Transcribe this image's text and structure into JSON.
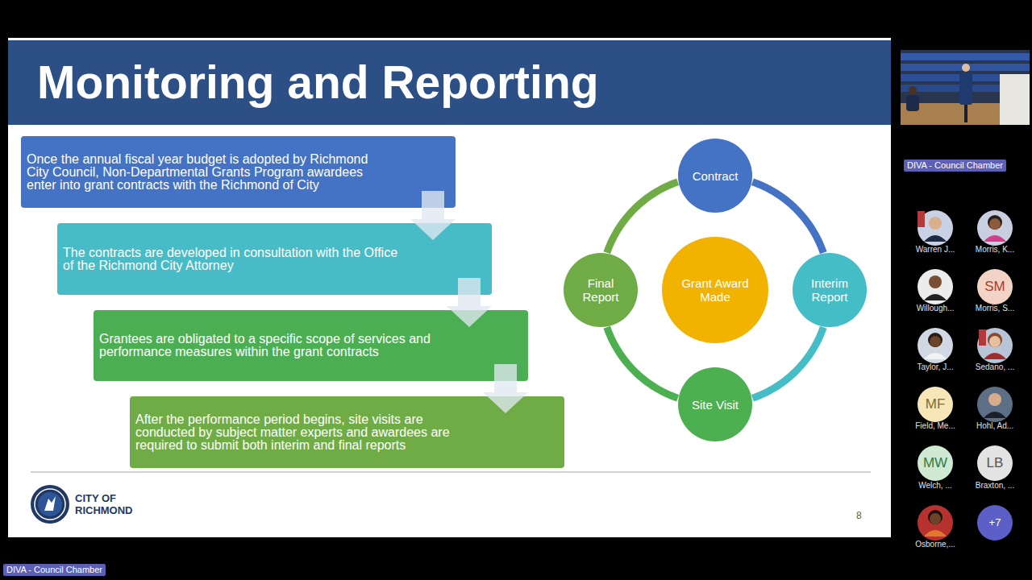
{
  "diagram": {
    "title": "Monitoring and Reporting",
    "nodes": [
      {
        "text": [
          "Once the annual fiscal year budget is adopted by Richmond City Council, Non-Departmental Grants Program awardees enter into grant contracts with the Richmond of City"
        ]
      },
      {
        "text": [
          "The contracts are developed in consultation with the Office of the Richmond City Attorney"
        ]
      },
      {
        "text": [
          "Grantees are obligated to a specific scope of services and performance measures within the grant contracts"
        ]
      },
      {
        "text": [
          "After the performance period begins, site visits are conducted by subject matter experts and awardees are required to submit both interim and final reports"
        ]
      },
      {
        "text": [
          "Contract"
        ]
      },
      {
        "text": [
          "Interim Report"
        ]
      },
      {
        "text": [
          "Site Visit"
        ]
      },
      {
        "text": [
          "Final Report"
        ]
      },
      {
        "text": [
          "Grant Award Made"
        ]
      }
    ],
    "edges": [
      {
        "from": 0,
        "to": 1,
        "arrow": "to"
      },
      {
        "from": 1,
        "to": 2,
        "arrow": "to"
      },
      {
        "from": 2,
        "to": 3,
        "arrow": "to"
      },
      {
        "from": 4,
        "to": 5,
        "arrow": "none"
      },
      {
        "from": 5,
        "to": 6,
        "arrow": "none"
      },
      {
        "from": 6,
        "to": 7,
        "arrow": "none"
      },
      {
        "from": 7,
        "to": 4,
        "arrow": "none"
      }
    ],
    "labels": [
      "CITY OF RICHMOND",
      "8",
      "DIVA - Council Chamber",
      "Warren J...",
      "Morris, K...",
      "Willough...",
      "SM",
      "Morris, S...",
      "Taylor, J...",
      "Sedano, ...",
      "MF",
      "Field, Me...",
      "Hohl, Ad...",
      "MW",
      "Welch, ...",
      "LB",
      "Braxton, ...",
      "Osborne,...",
      "+7",
      "DIVA - Council Chamber"
    ]
  }
}
